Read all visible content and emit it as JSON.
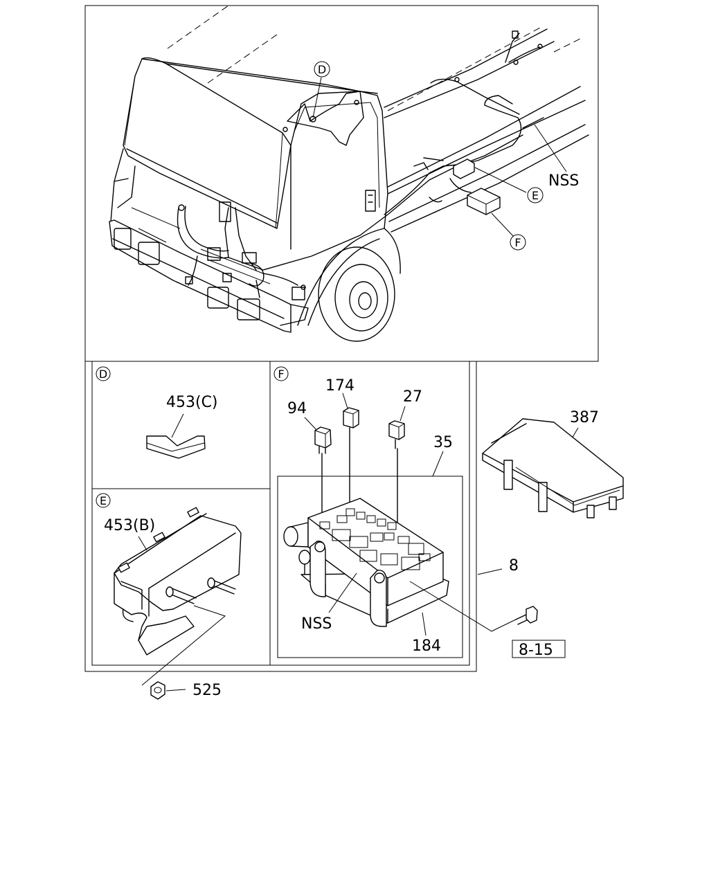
{
  "callouts": {
    "d": "D",
    "e": "E",
    "f": "F",
    "nss_main": "NSS"
  },
  "panels": {
    "d": {
      "letter": "D",
      "part_453c": "453(C)"
    },
    "e": {
      "letter": "E",
      "part_453b": "453(B)"
    },
    "f": {
      "letter": "F",
      "part_174": "174",
      "part_94": "94",
      "part_27": "27",
      "part_35": "35",
      "part_nss": "NSS",
      "part_184": "184"
    }
  },
  "parts": {
    "p387": "387",
    "p8": "8",
    "p8_15": "8-15",
    "p525": "525"
  }
}
